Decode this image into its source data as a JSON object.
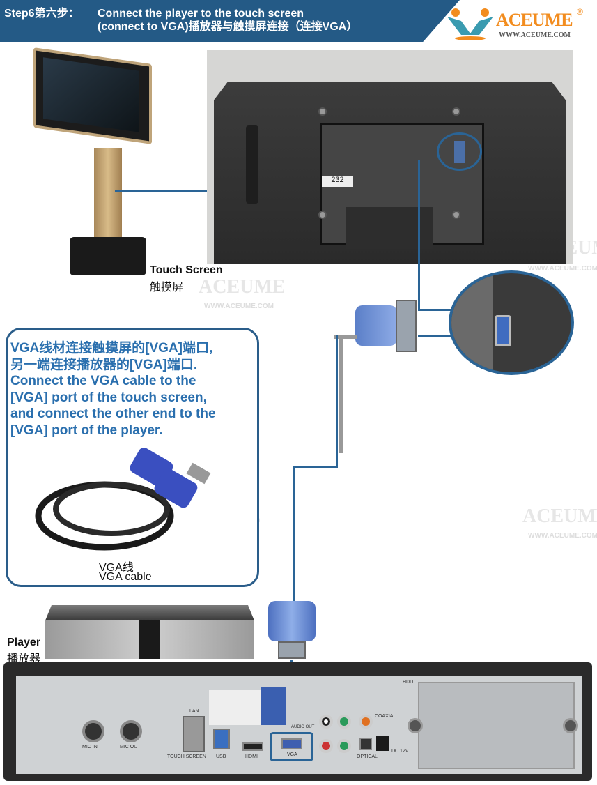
{
  "header": {
    "step": "Step6第六步：",
    "title_line1": "Connect the player to the touch screen",
    "title_line2": "(connect to VGA)播放器与触摸屏连接（连接VGA）"
  },
  "logo": {
    "brand": "ACEUME",
    "registered": "®",
    "url": "WWW.ACEUME.COM"
  },
  "watermark": {
    "brand": "ACEUME",
    "url": "WWW.ACEUME.COM"
  },
  "touch_screen": {
    "label_en": "Touch Screen",
    "label_cn": "触摸屏",
    "sticker": "232"
  },
  "instructions": {
    "lines": [
      "VGA线材连接触摸屏的[VGA]端口,",
      "另一端连接播放器的[VGA]端口.",
      "Connect the VGA cable to the",
      "[VGA] port of the touch screen,",
      "and connect the other end to the",
      "[VGA] port of the player."
    ],
    "cable_cn": "VGA线",
    "cable_en": "VGA cable"
  },
  "player": {
    "label_en": "Player",
    "label_cn": "播放器",
    "ports": {
      "mic_in": "MIC IN",
      "mic_out": "MIC OUT",
      "lan": "LAN",
      "touch_screen": "TOUCH SCREEN",
      "usb": "USB",
      "hdmi": "HDMI",
      "vga": "VGA",
      "audio_out": "AUDIO OUT",
      "coaxial": "COAXIAL",
      "optical": "OPTICAL",
      "dc": "DC 12V",
      "hdd": "HDD"
    }
  },
  "colors": {
    "accent": "#245a86",
    "text_blue": "#2a6fae",
    "logo_orange": "#f28c1e",
    "logo_teal": "#3a9bb0"
  }
}
